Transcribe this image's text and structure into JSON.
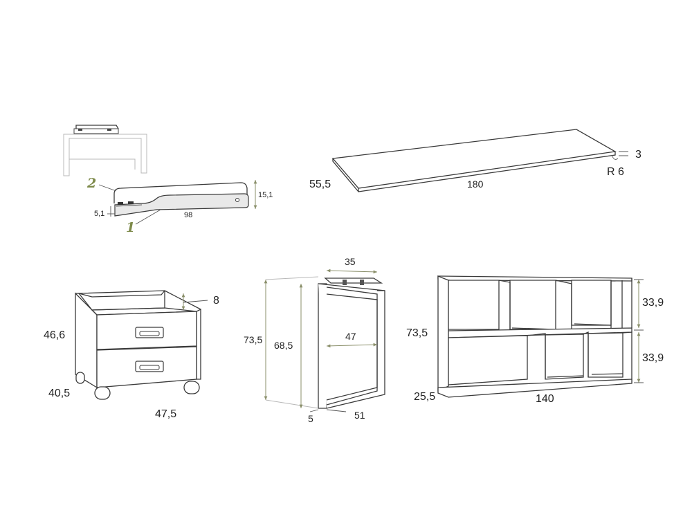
{
  "colors": {
    "line": "#3a3a3a",
    "dimension": "#8a8f6a",
    "callout": "#7d8a4a",
    "panel_fill": "#e9e9e9"
  },
  "desk_module": {
    "callout_top": "2",
    "callout_bottom": "1",
    "height": "15,1",
    "depth": "5,1",
    "width": "98"
  },
  "tabletop": {
    "depth": "55,5",
    "width": "180",
    "thickness": "3",
    "radius": "R 6"
  },
  "drawer_unit": {
    "top_rim": "8",
    "height": "46,6",
    "depth": "40,5",
    "width": "47,5"
  },
  "leg_frame": {
    "top_width": "35",
    "total_height": "73,5",
    "inner_height": "68,5",
    "inner_width": "47",
    "profile": "5",
    "depth": "51"
  },
  "shelf_unit": {
    "height": "73,5",
    "depth": "25,5",
    "width": "140",
    "upper_compartment": "33,9",
    "lower_compartment": "33,9"
  }
}
